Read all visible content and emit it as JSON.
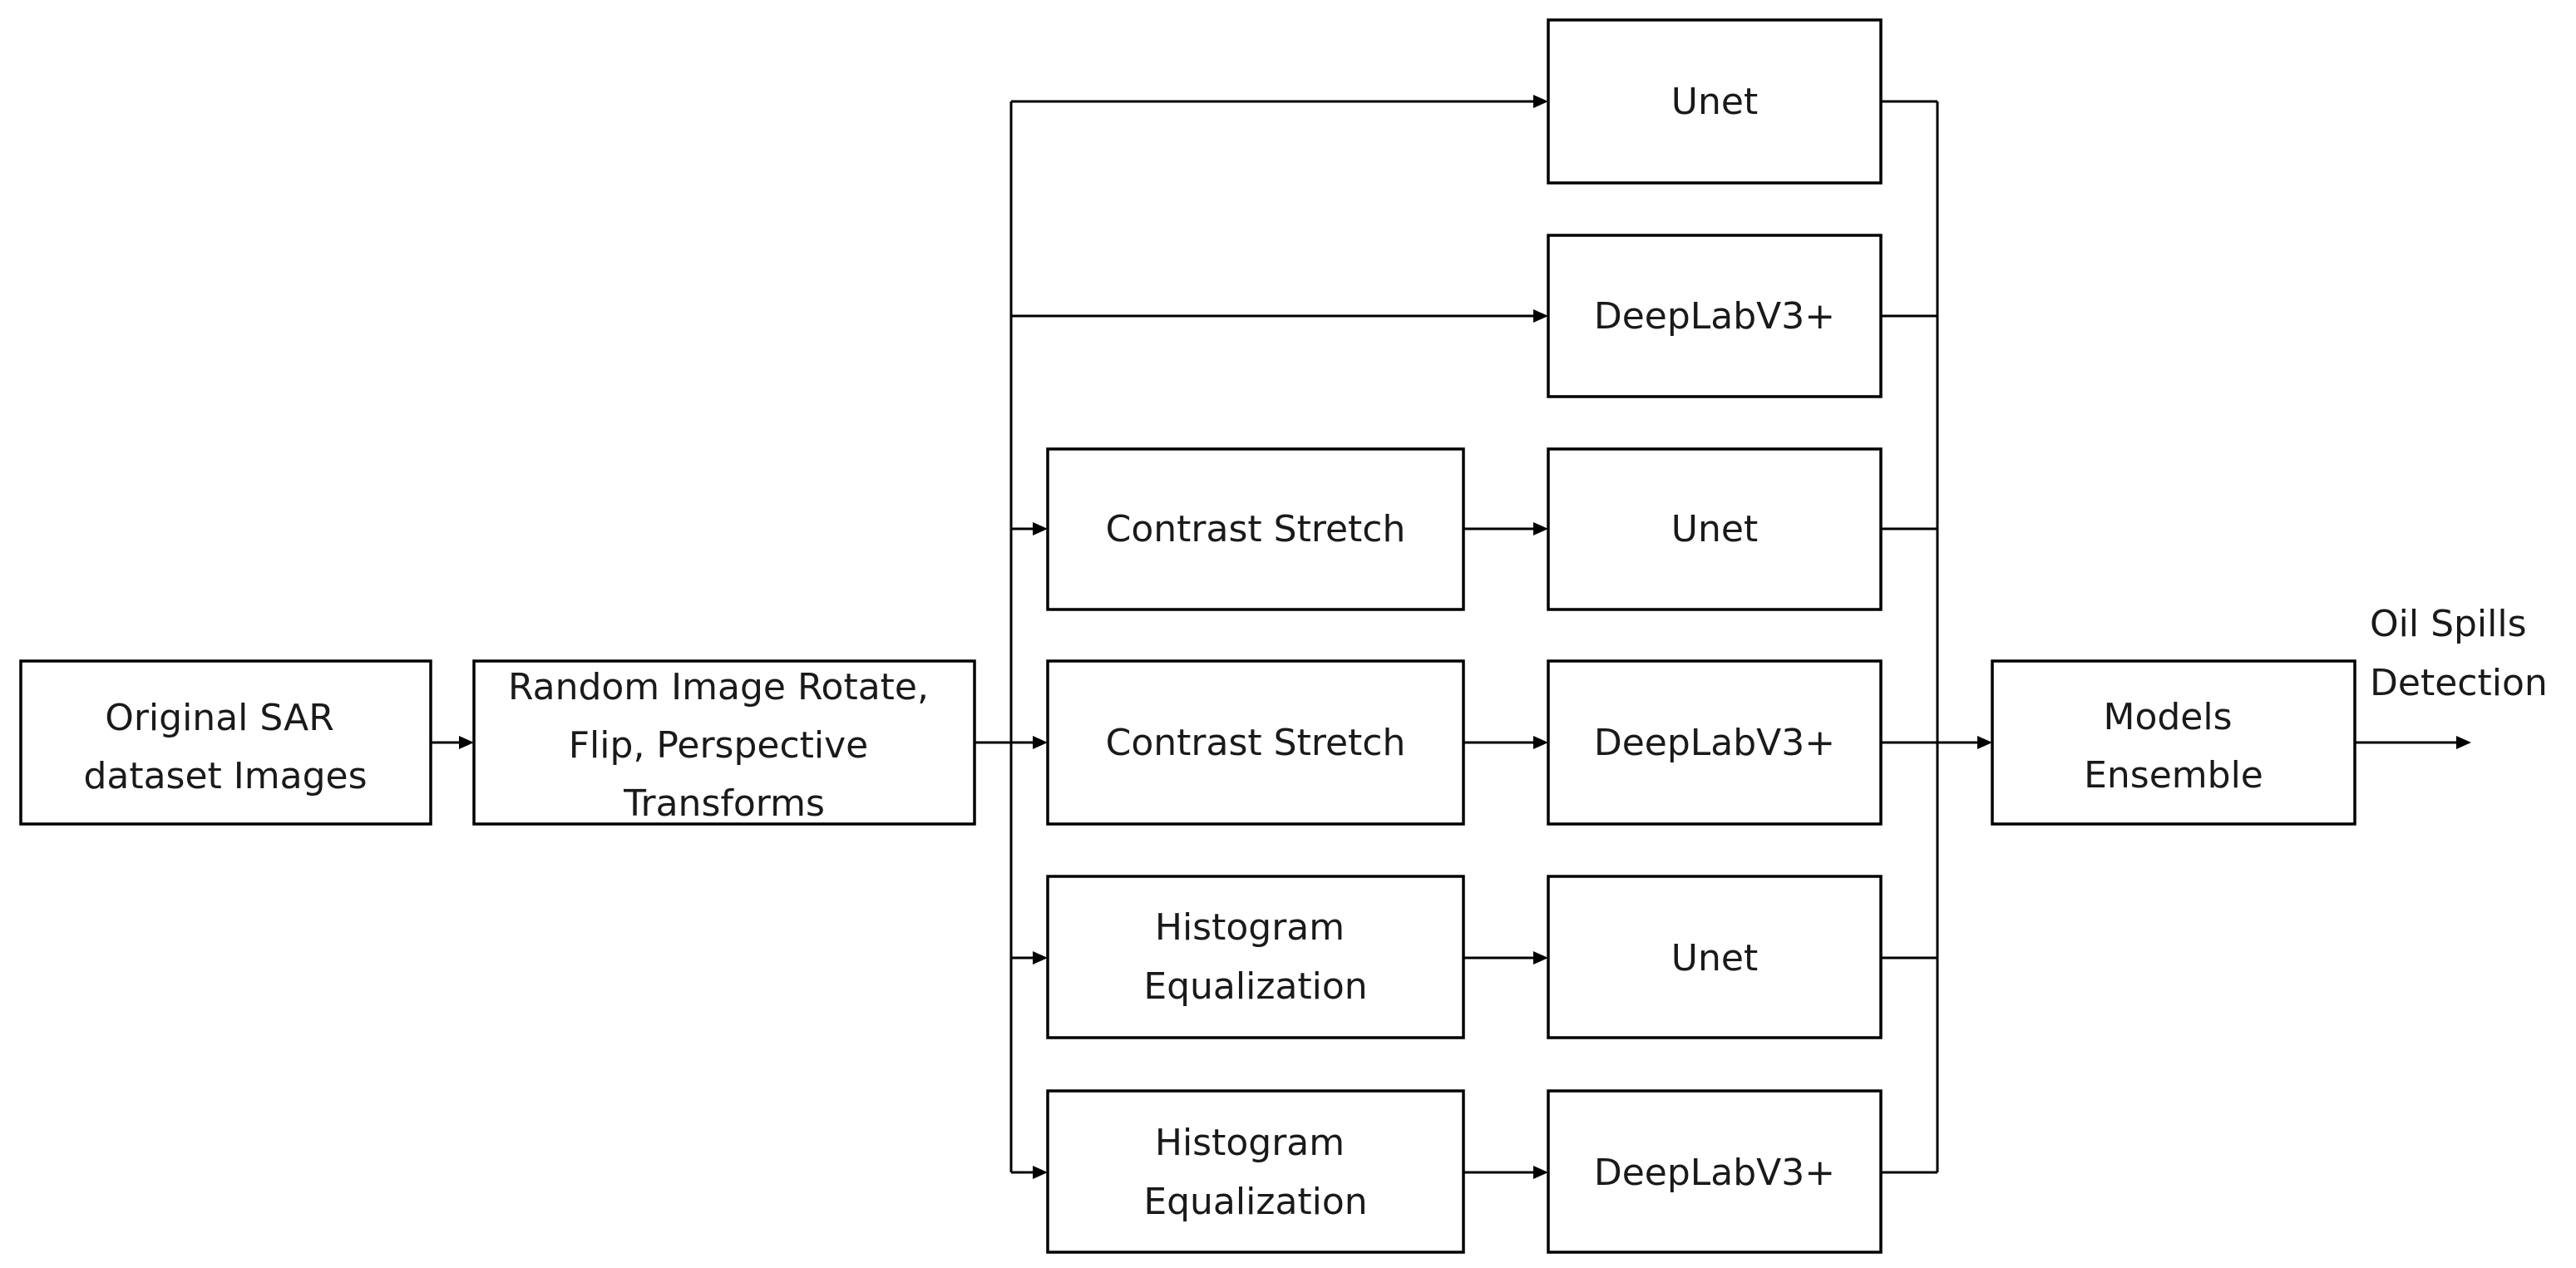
{
  "boxes": {
    "input": [
      "Original SAR",
      "dataset Images"
    ],
    "augment": [
      "Random Image Rotate,",
      "Flip, Perspective",
      "Transforms"
    ],
    "preprocess_cs_1": [
      "Contrast Stretch"
    ],
    "preprocess_cs_2": [
      "Contrast Stretch"
    ],
    "preprocess_he_1": [
      "Histogram",
      "Equalization"
    ],
    "preprocess_he_2": [
      "Histogram",
      "Equalization"
    ],
    "model_1": [
      "Unet"
    ],
    "model_2": [
      "DeepLabV3+"
    ],
    "model_3": [
      "Unet"
    ],
    "model_4": [
      "DeepLabV3+"
    ],
    "model_5": [
      "Unet"
    ],
    "model_6": [
      "DeepLabV3+"
    ],
    "ensemble": [
      "Models",
      "Ensemble"
    ]
  },
  "output": {
    "label": [
      "Oil Spills",
      "Detection"
    ]
  }
}
